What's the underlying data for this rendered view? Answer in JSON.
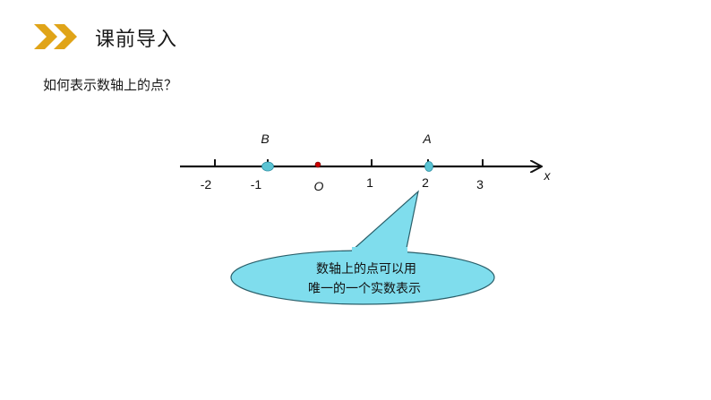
{
  "header": {
    "title": "课前导入",
    "icon": "double-chevron-right-icon",
    "icon_color": "#E0A418"
  },
  "question": "如何表示数轴上的点？",
  "number_line": {
    "tick_labels": [
      "-2",
      "-1",
      "1",
      "2",
      "3"
    ],
    "origin_label": "O",
    "axis_label": "x",
    "point_a_label": "A",
    "point_b_label": "B",
    "point_color": "#5BC4D4",
    "origin_color": "#CC0000"
  },
  "callout": {
    "line1": "数轴上的点可以用",
    "line2": "唯一的一个实数表示",
    "fill_color": "#7FDDED"
  }
}
